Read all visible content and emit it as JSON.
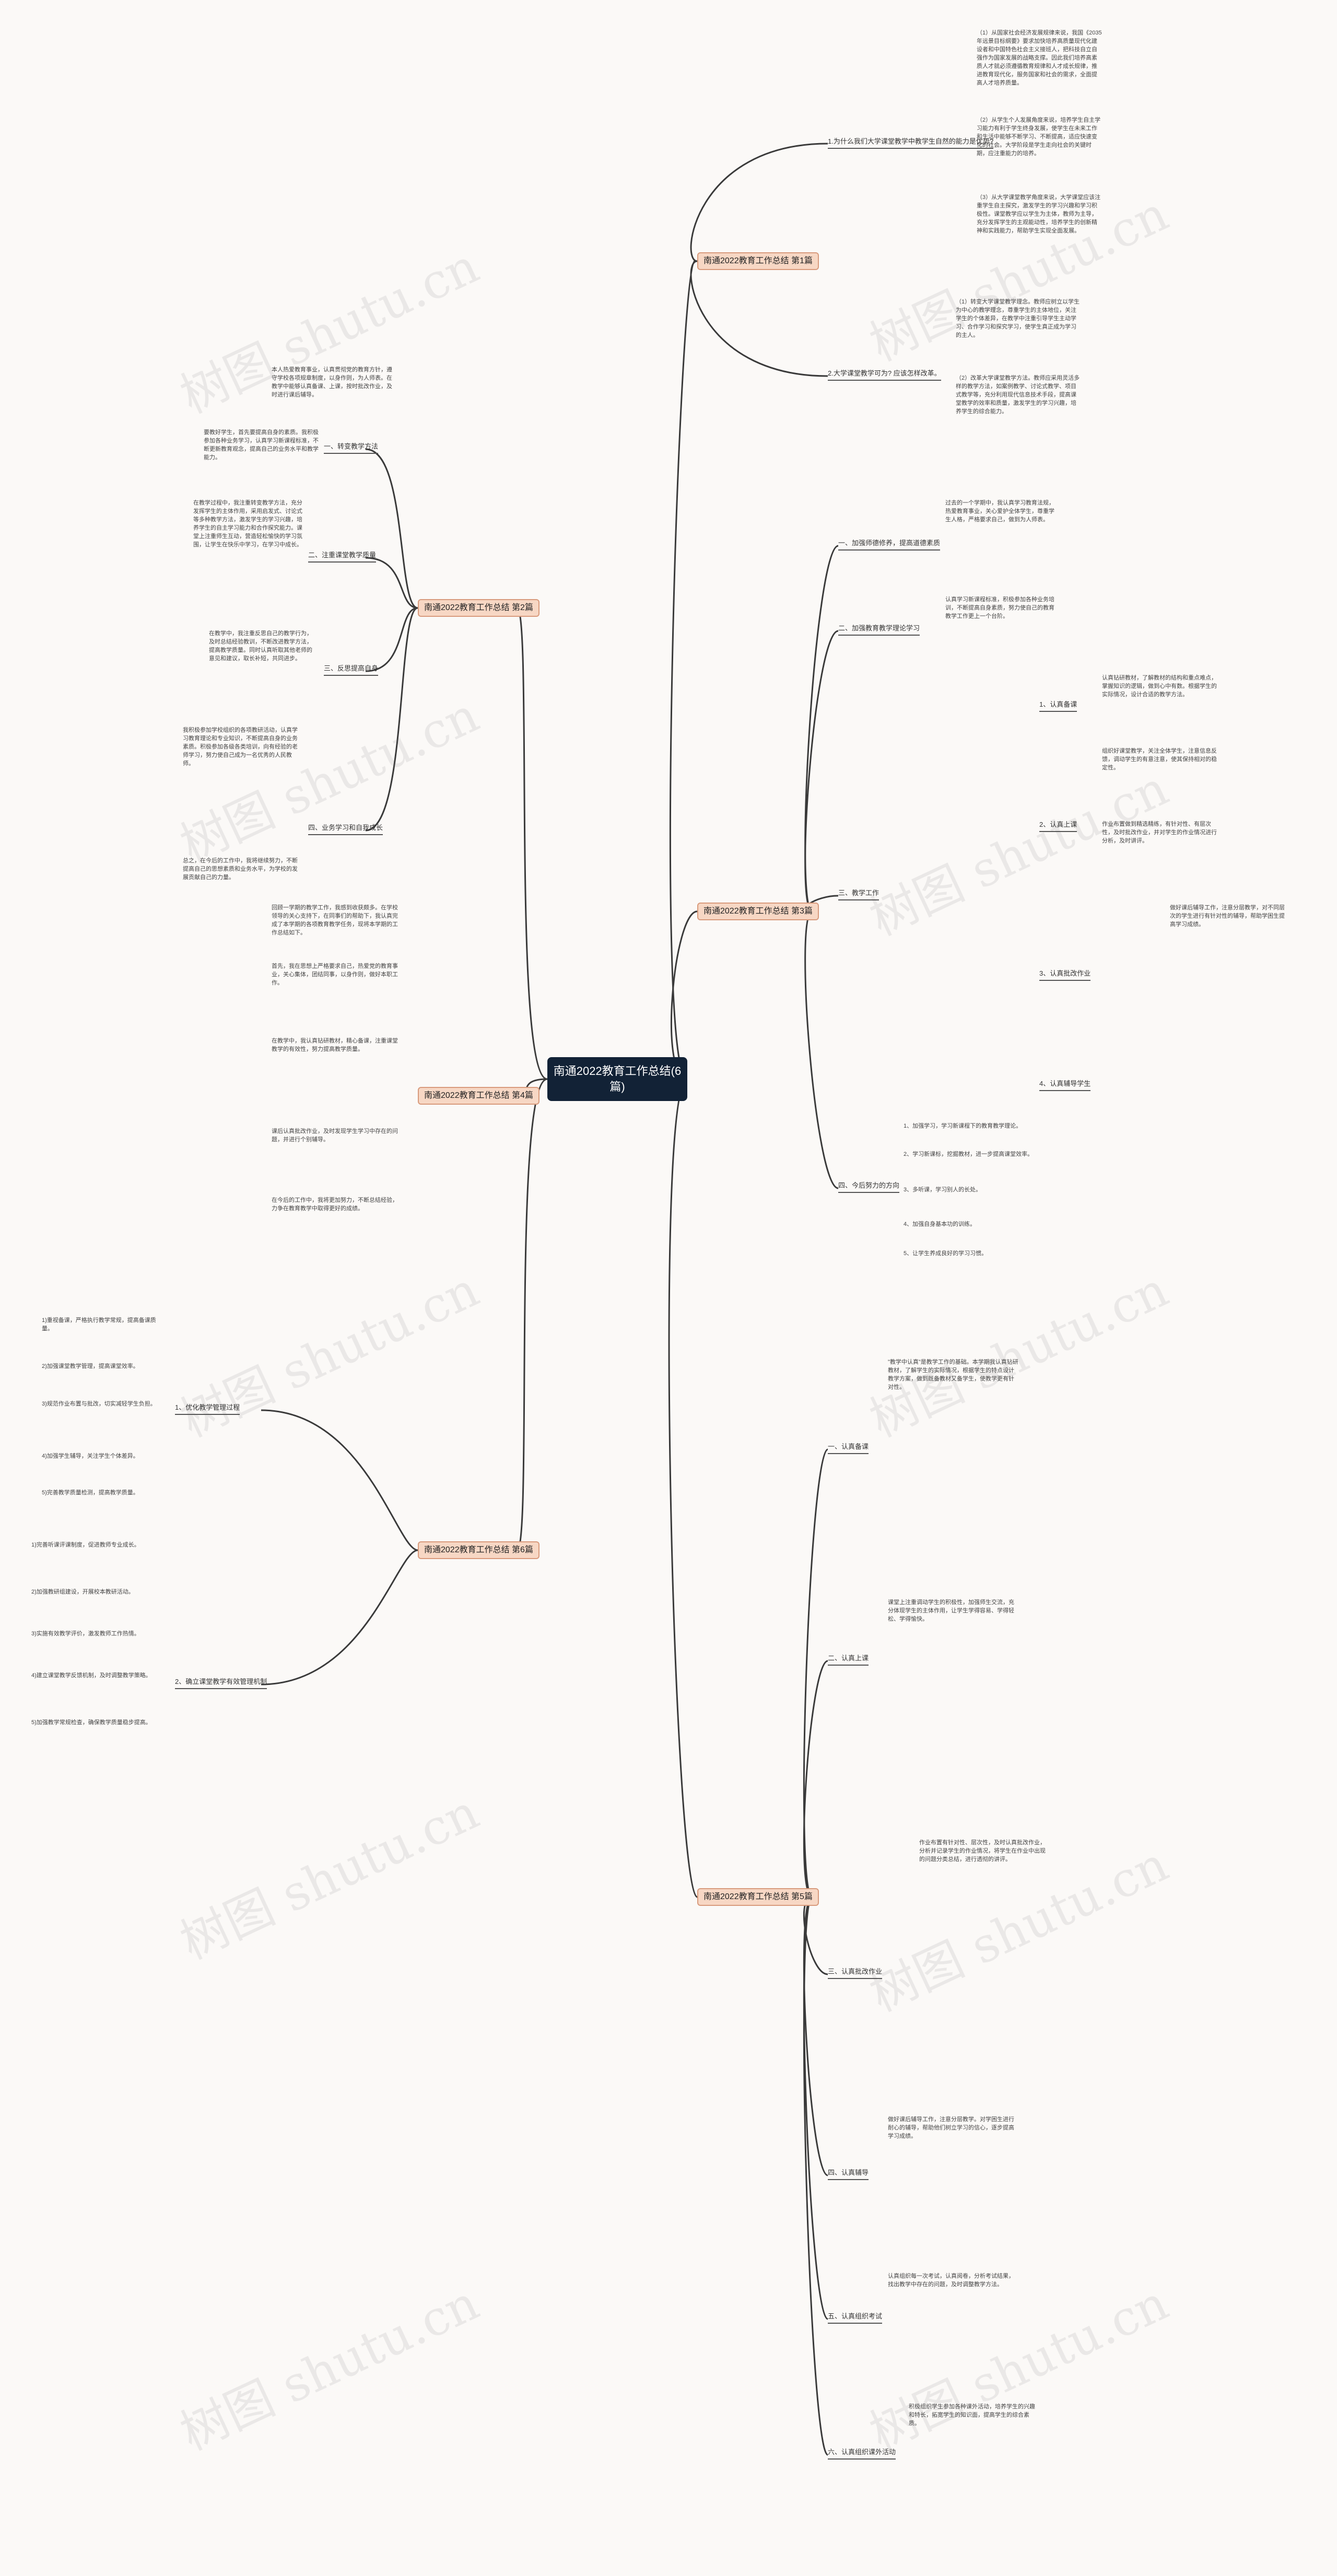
{
  "center": {
    "title": "南通2022教育工作总结(6篇)"
  },
  "watermark": "树图 shutu.cn",
  "branches": [
    {
      "label": "南通2022教育工作总结 第1篇"
    },
    {
      "label": "南通2022教育工作总结 第2篇"
    },
    {
      "label": "南通2022教育工作总结 第3篇"
    },
    {
      "label": "南通2022教育工作总结 第4篇"
    },
    {
      "label": "南通2022教育工作总结 第6篇"
    },
    {
      "label": "南通2022教育工作总结 第5篇"
    }
  ],
  "b1": {
    "subs": [
      "1.为什么我们大学课堂教学中教学生自然的能力是优势?",
      "2.大学课堂教学可为? 应该怎样改革。"
    ],
    "leaves": [
      "（1）从国家社会经济发展规律来说，我国《2035年远景目标纲要》要求加快培养高质量现代化建设者和中国特色社会主义接班人，把科技自立自强作为国家发展的战略支撑。因此我们培养高素质人才就必须遵循教育规律和人才成长规律，推进教育现代化，服务国家和社会的需求，全面提高人才培养质量。",
      "（2）从学生个人发展角度来说，培养学生自主学习能力有利于学生终身发展，使学生在未来工作和生活中能够不断学习、不断提高，适应快速变化的社会。大学阶段是学生走向社会的关键时期，应注重能力的培养。",
      "（3）从大学课堂教学角度来说，大学课堂应该注重学生自主探究，激发学生的学习兴趣和学习积极性。课堂教学应以学生为主体，教师为主导，充分发挥学生的主观能动性，培养学生的创新精神和实践能力，帮助学生实现全面发展。",
      "（1）转变大学课堂教学理念。教师应树立以学生为中心的教学理念，尊重学生的主体地位，关注学生的个体差异，在教学中注重引导学生主动学习、合作学习和探究学习，使学生真正成为学习的主人。",
      "（2）改革大学课堂教学方法。教师应采用灵活多样的教学方法，如案例教学、讨论式教学、项目式教学等，充分利用现代信息技术手段，提高课堂教学的效率和质量，激发学生的学习兴趣，培养学生的综合能力。"
    ]
  },
  "b2": {
    "subs": [
      "一、转变教学方法",
      "二、注重课堂教学质量",
      "三、反思提高自身",
      "四、业务学习和自我成长"
    ],
    "leaves": [
      "本人热爱教育事业，认真贯彻党的教育方针，遵守学校各项规章制度，以身作则，为人师表。在教学中能够认真备课、上课，按时批改作业，及时进行课后辅导。",
      "要教好学生，首先要提高自身的素质。我积极参加各种业务学习，认真学习新课程标准，不断更新教育观念，提高自己的业务水平和教学能力。",
      "在教学过程中，我注重转变教学方法，充分发挥学生的主体作用，采用启发式、讨论式等多种教学方法，激发学生的学习兴趣，培养学生的自主学习能力和合作探究能力。课堂上注重师生互动，营造轻松愉快的学习氛围，让学生在快乐中学习，在学习中成长。",
      "在教学中，我注重反思自己的教学行为，及时总结经验教训，不断改进教学方法，提高教学质量。同时认真听取其他老师的意见和建议，取长补短，共同进步。",
      "我积极参加学校组织的各项教研活动，认真学习教育理论和专业知识，不断提高自身的业务素质。积极参加各级各类培训，向有经验的老师学习，努力使自己成为一名优秀的人民教师。",
      "总之，在今后的工作中，我将继续努力，不断提高自己的思想素质和业务水平，为学校的发展贡献自己的力量。"
    ]
  },
  "b3": {
    "subs": [
      "一、加强师德修养，提高道德素质",
      "二、加强教育教学理论学习",
      "三、教学工作",
      "四、今后努力的方向"
    ],
    "subs2": [
      "1、认真备课",
      "2、认真上课",
      "3、认真批改作业",
      "4、认真辅导学生"
    ],
    "leaves": [
      "过去的一个学期中，我认真学习教育法规，热爱教育事业，关心爱护全体学生，尊重学生人格，严格要求自己，做到为人师表。",
      "认真学习新课程标准，积极参加各种业务培训，不断提高自身素质，努力使自己的教育教学工作更上一个台阶。",
      "认真钻研教材，了解教材的结构和重点难点，掌握知识的逻辑，做到心中有数。根据学生的实际情况，设计合适的教学方法。",
      "组织好课堂教学，关注全体学生，注意信息反馈，调动学生的有意注意，使其保持相对的稳定性。",
      "作业布置做到精选精练，有针对性、有层次性，及时批改作业，并对学生的作业情况进行分析，及时讲评。",
      "做好课后辅导工作，注意分层教学，对不同层次的学生进行有针对性的辅导，帮助学困生提高学习成绩。",
      "1、加强学习，学习新课程下的教育教学理论。",
      "2、学习新课标，挖掘教材，进一步提高课堂效率。",
      "3、多听课，学习别人的长处。",
      "4、加强自身基本功的训练。",
      "5、让学生养成良好的学习习惯。"
    ]
  },
  "b4": {
    "leaves": [
      "回顾一学期的教学工作，我感到收获颇多。在学校领导的关心支持下，在同事们的帮助下，我认真完成了本学期的各项教育教学任务，现将本学期的工作总结如下。",
      "首先，我在思想上严格要求自己，热爱党的教育事业，关心集体，团结同事，以身作则，做好本职工作。",
      "在教学中，我认真钻研教材，精心备课，注重课堂教学的有效性，努力提高教学质量。",
      "课后认真批改作业，及时发现学生学习中存在的问题，并进行个别辅导。",
      "在今后的工作中，我将更加努力，不断总结经验，力争在教育教学中取得更好的成绩。"
    ]
  },
  "b6": {
    "subs": [
      "1、优化教学管理过程",
      "2、确立课堂教学有效管理机制"
    ],
    "leaves": [
      "1)重视备课，严格执行教学常规，提高备课质量。",
      "2)加强课堂教学管理，提高课堂效率。",
      "3)规范作业布置与批改，切实减轻学生负担。",
      "4)加强学生辅导，关注学生个体差异。",
      "5)完善教学质量检测，提高教学质量。",
      "1)完善听课评课制度，促进教师专业成长。",
      "2)加强教研组建设，开展校本教研活动。",
      "3)实施有效教学评价，激发教师工作热情。",
      "4)建立课堂教学反馈机制，及时调整教学策略。",
      "5)加强教学常规检查，确保教学质量稳步提高。"
    ]
  },
  "b5": {
    "subs": [
      "一、认真备课",
      "二、认真上课",
      "三、认真批改作业",
      "四、认真辅导",
      "五、认真组织考试",
      "六、认真组织课外活动"
    ],
    "leaves": [
      "\"教学中认真\"是教学工作的基础。本学期我认真钻研教材，了解学生的实际情况，根据学生的特点设计教学方案，做到既备教材又备学生，使教学更有针对性。",
      "课堂上注重调动学生的积极性，加强师生交流，充分体现学生的主体作用，让学生学得容易、学得轻松、学得愉快。",
      "作业布置有针对性、层次性，及时认真批改作业，分析并记录学生的作业情况，将学生在作业中出现的问题分类总结，进行透彻的讲评。",
      "做好课后辅导工作，注意分层教学。对学困生进行耐心的辅导，帮助他们树立学习的信心，逐步提高学习成绩。",
      "认真组织每一次考试，认真阅卷，分析考试结果，找出教学中存在的问题，及时调整教学方法。",
      "积极组织学生参加各种课外活动，培养学生的兴趣和特长，拓宽学生的知识面，提高学生的综合素质。"
    ]
  }
}
